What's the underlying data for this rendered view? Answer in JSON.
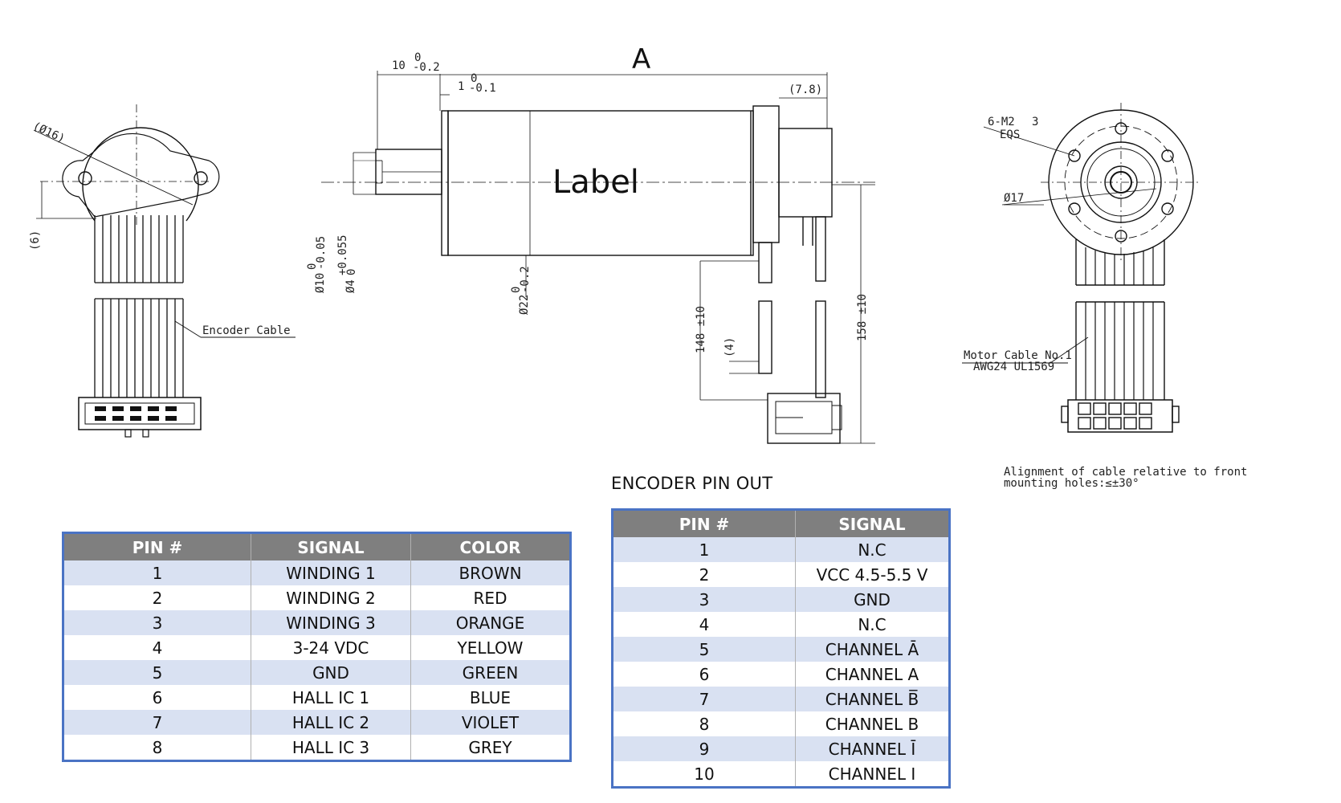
{
  "drawing": {
    "section_label": "A",
    "body_label": "Label",
    "dims": {
      "shaft_length": "10",
      "shaft_length_tol_top": "0",
      "shaft_length_tol_bottom": "-0.2",
      "collar": "1",
      "collar_tol_top": "0",
      "collar_tol_bottom": "-0.1",
      "rear_offset": "(7.8)",
      "dia_shaft": "Ø10",
      "dia_shaft_tol_top": "0",
      "dia_shaft_tol_bottom": "-0.05",
      "dia_pin": "Ø4",
      "dia_pin_tol_top": "+0.055",
      "dia_pin_tol_bottom": "0",
      "dia_body": "Ø22",
      "dia_body_tol_top": "0",
      "dia_body_tol_bottom": "-0.2",
      "motor_cable_length": "148 ±10",
      "small_offset": "(4)",
      "encoder_cable_length": "158 ±10",
      "encoder_dia": "(Ø16)",
      "encoder_offset": "(6)",
      "mount_holes_1": "6-M2",
      "mount_holes_depth": "3",
      "mount_holes_2": "EQS",
      "front_dia": "Ø17"
    },
    "encoder_cable_label": "Encoder Cable",
    "motor_cable_label_1": "Motor Cable No.1",
    "motor_cable_label_2": "AWG24 UL1569",
    "alignment_note_1": "Alignment of cable relative to front",
    "alignment_note_2": "mounting holes:≤±30°"
  },
  "motor_table": {
    "headers": [
      "PIN #",
      "SIGNAL",
      "COLOR"
    ],
    "rows": [
      [
        "1",
        "WINDING 1",
        "BROWN"
      ],
      [
        "2",
        "WINDING 2",
        "RED"
      ],
      [
        "3",
        "WINDING 3",
        "ORANGE"
      ],
      [
        "4",
        "3-24 VDC",
        "YELLOW"
      ],
      [
        "5",
        "GND",
        "GREEN"
      ],
      [
        "6",
        "HALL IC 1",
        "BLUE"
      ],
      [
        "7",
        "HALL IC 2",
        "VIOLET"
      ],
      [
        "8",
        "HALL IC 3",
        "GREY"
      ]
    ]
  },
  "encoder_table": {
    "title": "ENCODER PIN OUT",
    "headers": [
      "PIN #",
      "SIGNAL"
    ],
    "rows": [
      [
        "1",
        "N.C"
      ],
      [
        "2",
        "VCC 4.5-5.5 V"
      ],
      [
        "3",
        "GND"
      ],
      [
        "4",
        "N.C"
      ],
      [
        "5",
        "CHANNEL Ā"
      ],
      [
        "6",
        "CHANNEL A"
      ],
      [
        "7",
        "CHANNEL B̅"
      ],
      [
        "8",
        "CHANNEL B"
      ],
      [
        "9",
        "CHANNEL Ī"
      ],
      [
        "10",
        "CHANNEL I"
      ]
    ]
  }
}
